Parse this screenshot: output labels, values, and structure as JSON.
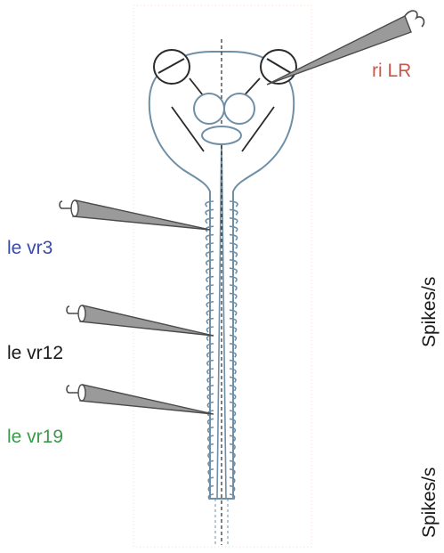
{
  "labels": {
    "ri_lr": "ri LR",
    "le_vr3": "le vr3",
    "le_vr12": "le vr12",
    "le_vr19": "le vr19"
  },
  "axis_labels": {
    "upper": "Spikes/s",
    "lower": "Spikes/s"
  },
  "colors": {
    "ri_lr": "#c8584a",
    "le_vr3": "#3a4aa8",
    "le_vr12": "#1a1a1a",
    "le_vr19": "#3c9a4a",
    "outline": "#6f8fa6",
    "electrode": "#4a4a4a",
    "electrode_fill": "#9a9a9a"
  }
}
